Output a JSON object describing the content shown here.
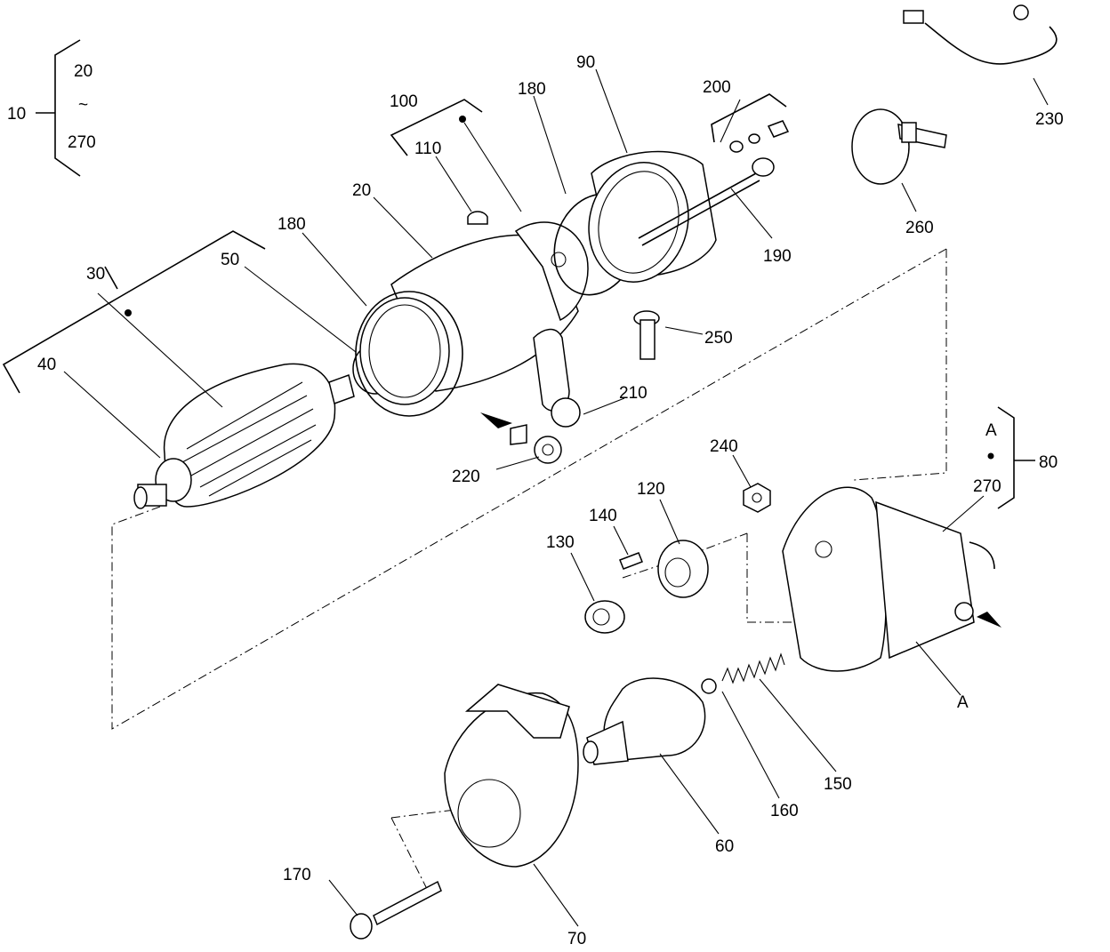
{
  "callouts": {
    "c10": "10",
    "c20_range": "20",
    "tilde": "~",
    "c270_range": "270",
    "c30": "30",
    "c40": "40",
    "c50": "50",
    "c180_left": "180",
    "c20": "20",
    "c100": "100",
    "c110": "110",
    "c180_right": "180",
    "c90": "90",
    "c200": "200",
    "c190": "190",
    "c260": "260",
    "c230": "230",
    "c250": "250",
    "c210": "210",
    "c220": "220",
    "c240": "240",
    "c120": "120",
    "c140": "140",
    "c130": "130",
    "cA_top": "A",
    "c80": "80",
    "c270": "270",
    "cA_bottom": "A",
    "c150": "150",
    "c160": "160",
    "c60": "60",
    "c170": "170",
    "c70": "70"
  }
}
